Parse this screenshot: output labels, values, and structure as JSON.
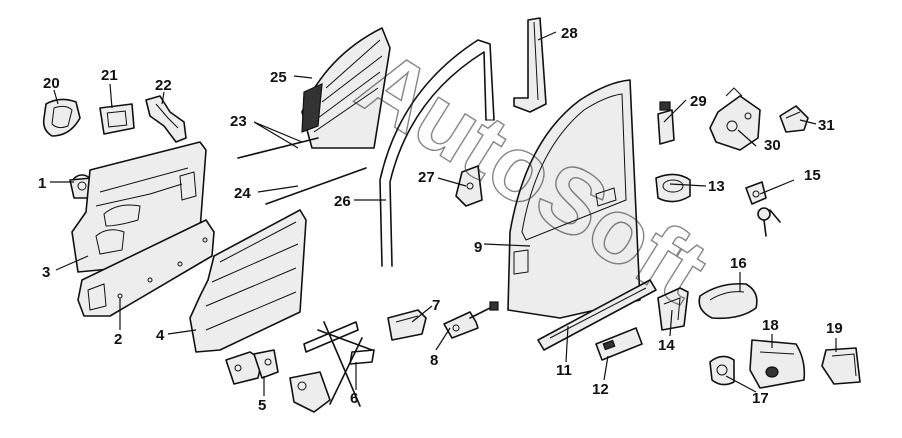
{
  "watermark": "AutoSoft",
  "callouts": [
    {
      "id": "c1",
      "label": "1"
    },
    {
      "id": "c2",
      "label": "2"
    },
    {
      "id": "c3",
      "label": "3"
    },
    {
      "id": "c4",
      "label": "4"
    },
    {
      "id": "c5",
      "label": "5"
    },
    {
      "id": "c6",
      "label": "6"
    },
    {
      "id": "c7",
      "label": "7"
    },
    {
      "id": "c8",
      "label": "8"
    },
    {
      "id": "c9",
      "label": "9"
    },
    {
      "id": "c11",
      "label": "11"
    },
    {
      "id": "c12",
      "label": "12"
    },
    {
      "id": "c13",
      "label": "13"
    },
    {
      "id": "c14",
      "label": "14"
    },
    {
      "id": "c15",
      "label": "15"
    },
    {
      "id": "c16",
      "label": "16"
    },
    {
      "id": "c17",
      "label": "17"
    },
    {
      "id": "c18",
      "label": "18"
    },
    {
      "id": "c19",
      "label": "19"
    },
    {
      "id": "c20",
      "label": "20"
    },
    {
      "id": "c21",
      "label": "21"
    },
    {
      "id": "c22",
      "label": "22"
    },
    {
      "id": "c23",
      "label": "23"
    },
    {
      "id": "c24",
      "label": "24"
    },
    {
      "id": "c25",
      "label": "25"
    },
    {
      "id": "c26",
      "label": "26"
    },
    {
      "id": "c27",
      "label": "27"
    },
    {
      "id": "c28",
      "label": "28"
    },
    {
      "id": "c29",
      "label": "29"
    },
    {
      "id": "c30",
      "label": "30"
    },
    {
      "id": "c31",
      "label": "31"
    }
  ]
}
